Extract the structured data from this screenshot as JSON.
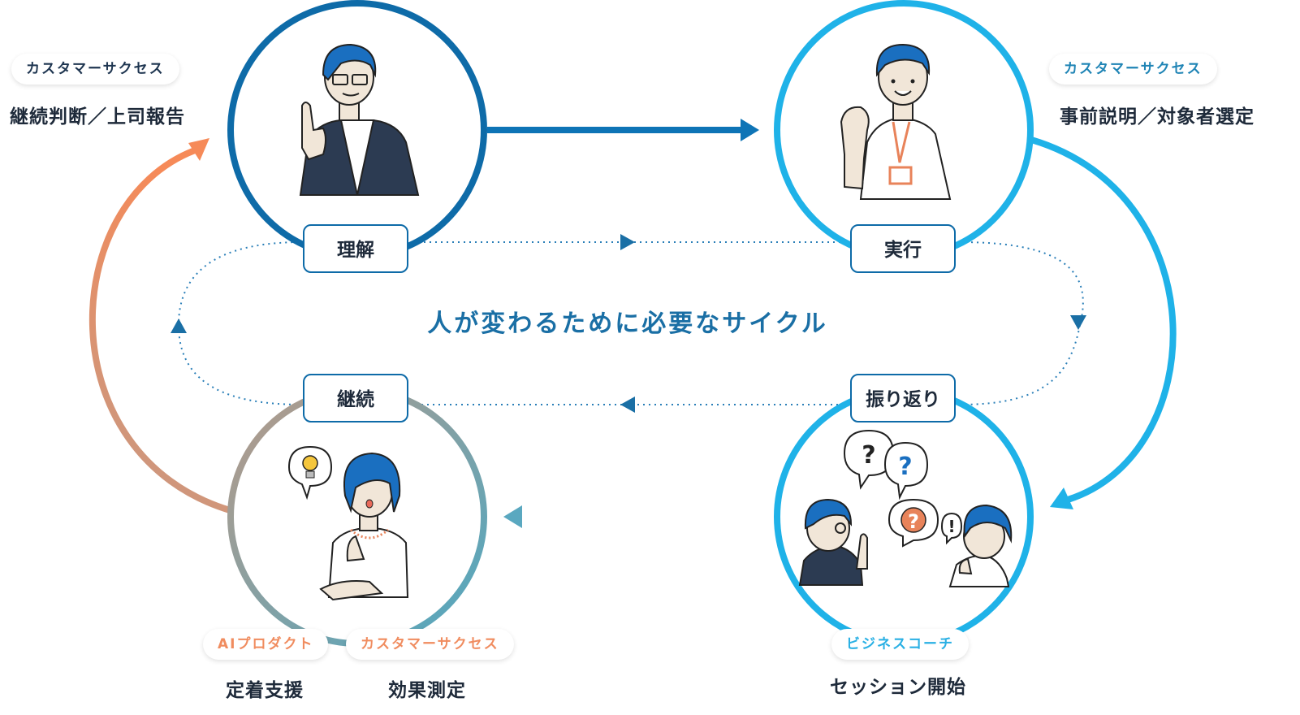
{
  "center_title": "人が変わるために必要なサイクル",
  "stages": {
    "understand": "理解",
    "execute": "実行",
    "reflect": "振り返り",
    "continue": "継続"
  },
  "quadrants": {
    "top_left": {
      "badge": "カスタマーサクセス",
      "caption": "継続判断／上司報告"
    },
    "top_right": {
      "badge": "カスタマーサクセス",
      "caption": "事前説明／対象者選定"
    },
    "bottom_left": {
      "badge_ai": "AIプロダクト",
      "caption_ai": "定着支援",
      "badge_cs": "カスタマーサクセス",
      "caption_cs": "効果測定"
    },
    "bottom_right": {
      "badge": "ビジネスコーチ",
      "caption": "セッション開始"
    }
  },
  "bubbles": {
    "q1": "?",
    "q2": "?",
    "q3": "?",
    "excl": "!"
  },
  "colors": {
    "dark_blue": "#0e6ba8",
    "light_blue": "#1fb2e8",
    "mid_blue": "#3aa0d6",
    "orange": "#f48c5f",
    "teal": "#5aa6b8",
    "text_dark": "#1e2a3a",
    "title_blue": "#1a6fa5"
  }
}
